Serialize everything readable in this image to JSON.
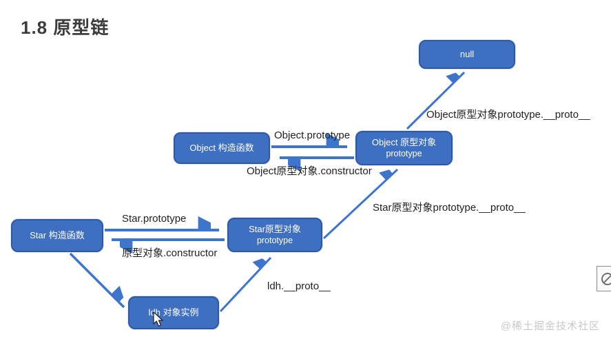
{
  "title": "1.8 原型链",
  "diagram": {
    "nodes": {
      "null_box": {
        "label": "null"
      },
      "object_constructor": {
        "label": "Object 构造函数"
      },
      "object_prototype": {
        "line1": "Object 原型对象",
        "line2": "prototype"
      },
      "star_constructor": {
        "label": "Star 构造函数"
      },
      "star_prototype": {
        "line1": "Star原型对象",
        "line2": "prototype"
      },
      "ldh_instance": {
        "label": "ldh 对象实例"
      }
    },
    "edge_labels": {
      "object_prototype": "Object.prototype",
      "object_constructor": "Object原型对象.constructor",
      "object_proto": "Object原型对象prototype.__proto__",
      "star_prototype": "Star.prototype",
      "star_constructor": "原型对象.constructor",
      "star_proto": "Star原型对象prototype.__proto__",
      "ldh_proto": "ldh.__proto__"
    }
  },
  "colors": {
    "box_fill": "#3f6fc1",
    "box_border": "#2d59a3",
    "box_text": "#ffffff",
    "arrow": "#3d74cc",
    "label_text": "#1f1f1f",
    "title_text": "#3c3c3c",
    "watermark_text": "#c9c9c9"
  },
  "watermark": "@稀土掘金技术社区"
}
